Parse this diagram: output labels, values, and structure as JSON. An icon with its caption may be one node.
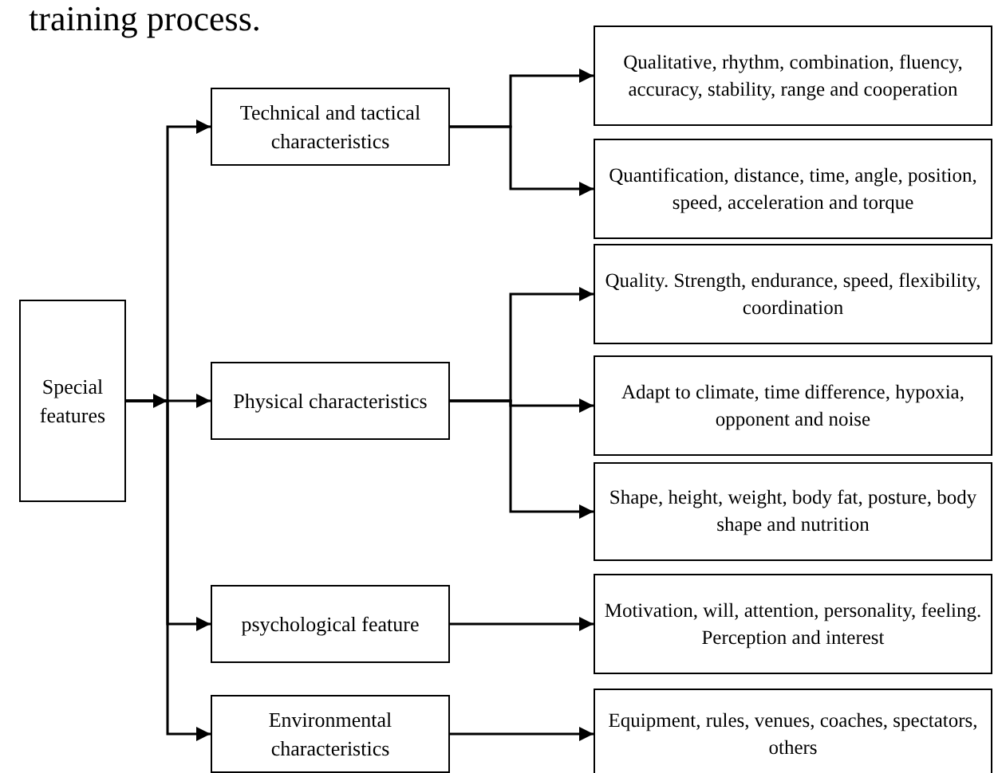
{
  "diagram": {
    "nodes": [
      {
        "text": [
          "Special features"
        ]
      },
      {
        "text": [
          "Technical and tactical characteristics"
        ]
      },
      {
        "text": [
          "Physical characteristics"
        ]
      },
      {
        "text": [
          "psychological feature"
        ]
      },
      {
        "text": [
          "Environmental characteristics"
        ]
      },
      {
        "text": [
          "Qualitative, rhythm, combination, fluency, accuracy, stability, range and cooperation"
        ]
      },
      {
        "text": [
          "Quantification, distance, time, angle, position, speed, acceleration and torque"
        ]
      },
      {
        "text": [
          "Quality. Strength, endurance, speed, flexibility, coordination"
        ]
      },
      {
        "text": [
          "Adapt to climate, time difference, hypoxia, opponent and noise"
        ]
      },
      {
        "text": [
          "Shape, height, weight, body fat, posture, body shape and nutrition"
        ]
      },
      {
        "text": [
          "Motivation, will, attention, personality, feeling. Perception and interest"
        ]
      },
      {
        "text": [
          "Equipment, rules, venues, coaches, spectators, others"
        ]
      }
    ],
    "edges": [
      {
        "from": 0,
        "to": 1,
        "arrow": "to"
      },
      {
        "from": 0,
        "to": 2,
        "arrow": "to"
      },
      {
        "from": 0,
        "to": 3,
        "arrow": "to"
      },
      {
        "from": 0,
        "to": 4,
        "arrow": "to"
      },
      {
        "from": 1,
        "to": 5,
        "arrow": "to"
      },
      {
        "from": 1,
        "to": 6,
        "arrow": "to"
      },
      {
        "from": 2,
        "to": 7,
        "arrow": "to"
      },
      {
        "from": 2,
        "to": 8,
        "arrow": "to"
      },
      {
        "from": 2,
        "to": 9,
        "arrow": "to"
      },
      {
        "from": 3,
        "to": 10,
        "arrow": "to"
      },
      {
        "from": 4,
        "to": 11,
        "arrow": "to"
      }
    ],
    "labels": [
      "training process."
    ]
  }
}
